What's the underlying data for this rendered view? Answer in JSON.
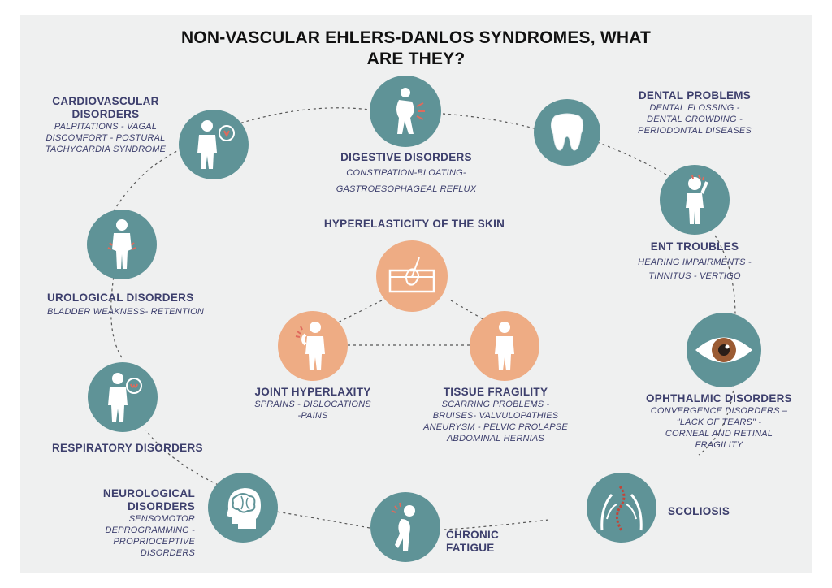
{
  "title_line1": "NON-VASCULAR EHLERS-DANLOS SYNDROMES, WHAT",
  "title_line2": "ARE THEY?",
  "colors": {
    "teal": "#5f9397",
    "peach": "#eeac84",
    "text": "#3d3f6d",
    "panel": "#eff0f0"
  },
  "nodes": {
    "digestive": {
      "title": "DIGESTIVE DISORDERS",
      "lines": [
        "CONSTIPATION-BLOATING-",
        "GASTROESOPHAGEAL REFLUX"
      ],
      "icon": "stomach-pain-icon"
    },
    "dental": {
      "title": "DENTAL PROBLEMS",
      "lines": [
        "DENTAL FLOSSING -",
        "DENTAL CROWDING -",
        "PERIODONTAL DISEASES"
      ],
      "icon": "tooth-icon"
    },
    "ent": {
      "title": "ENT TROUBLES",
      "lines": [
        "HEARING IMPAIRMENTS -",
        "TINNITUS - VERTIGO"
      ],
      "icon": "head-pain-icon"
    },
    "ophthalmic": {
      "title": "OPHTHALMIC DISORDERS",
      "lines": [
        "CONVERGENCE DISORDERS –",
        "\"LACK OF TEARS\" -",
        "CORNEAL AND RETINAL",
        "FRAGILITY"
      ],
      "icon": "eye-icon"
    },
    "scoliosis": {
      "title": "SCOLIOSIS",
      "icon": "spine-icon"
    },
    "fatigue": {
      "title_line1": "CHRONIC",
      "title_line2": "FATIGUE",
      "icon": "tired-person-icon"
    },
    "neurological": {
      "title_line1": "NEUROLOGICAL",
      "title_line2": "DISORDERS",
      "lines": [
        "SENSOMOTOR",
        "DEPROGRAMMING -",
        "PROPRIOCEPTIVE",
        "DISORDERS"
      ],
      "icon": "brain-head-icon"
    },
    "respiratory": {
      "title": "RESPIRATORY DISORDERS",
      "icon": "lungs-person-icon"
    },
    "urological": {
      "title": "UROLOGICAL DISORDERS",
      "lines": [
        "BLADDER WEAKNESS- RETENTION"
      ],
      "icon": "bladder-person-icon"
    },
    "cardiovascular": {
      "title_line1": "CARDIOVASCULAR",
      "title_line2": "DISORDERS",
      "lines": [
        "PALPITATIONS - VAGAL",
        "DISCOMFORT - POSTURAL",
        "TACHYCARDIA SYNDROME"
      ],
      "icon": "heart-person-icon"
    },
    "skin": {
      "title": "HYPERELASTICITY OF THE SKIN",
      "icon": "skin-layer-icon"
    },
    "joint": {
      "title": "JOINT HYPERLAXITY",
      "lines": [
        "SPRAINS - DISLOCATIONS",
        "-PAINS"
      ],
      "icon": "joint-pain-icon"
    },
    "tissue": {
      "title": "TISSUE FRAGILITY",
      "lines": [
        "SCARRING PROBLEMS -",
        "BRUISES- VALVULOPATHIES",
        "ANEURYSM - PELVIC PROLAPSE",
        "ABDOMINAL HERNIAS"
      ],
      "icon": "person-icon"
    }
  }
}
